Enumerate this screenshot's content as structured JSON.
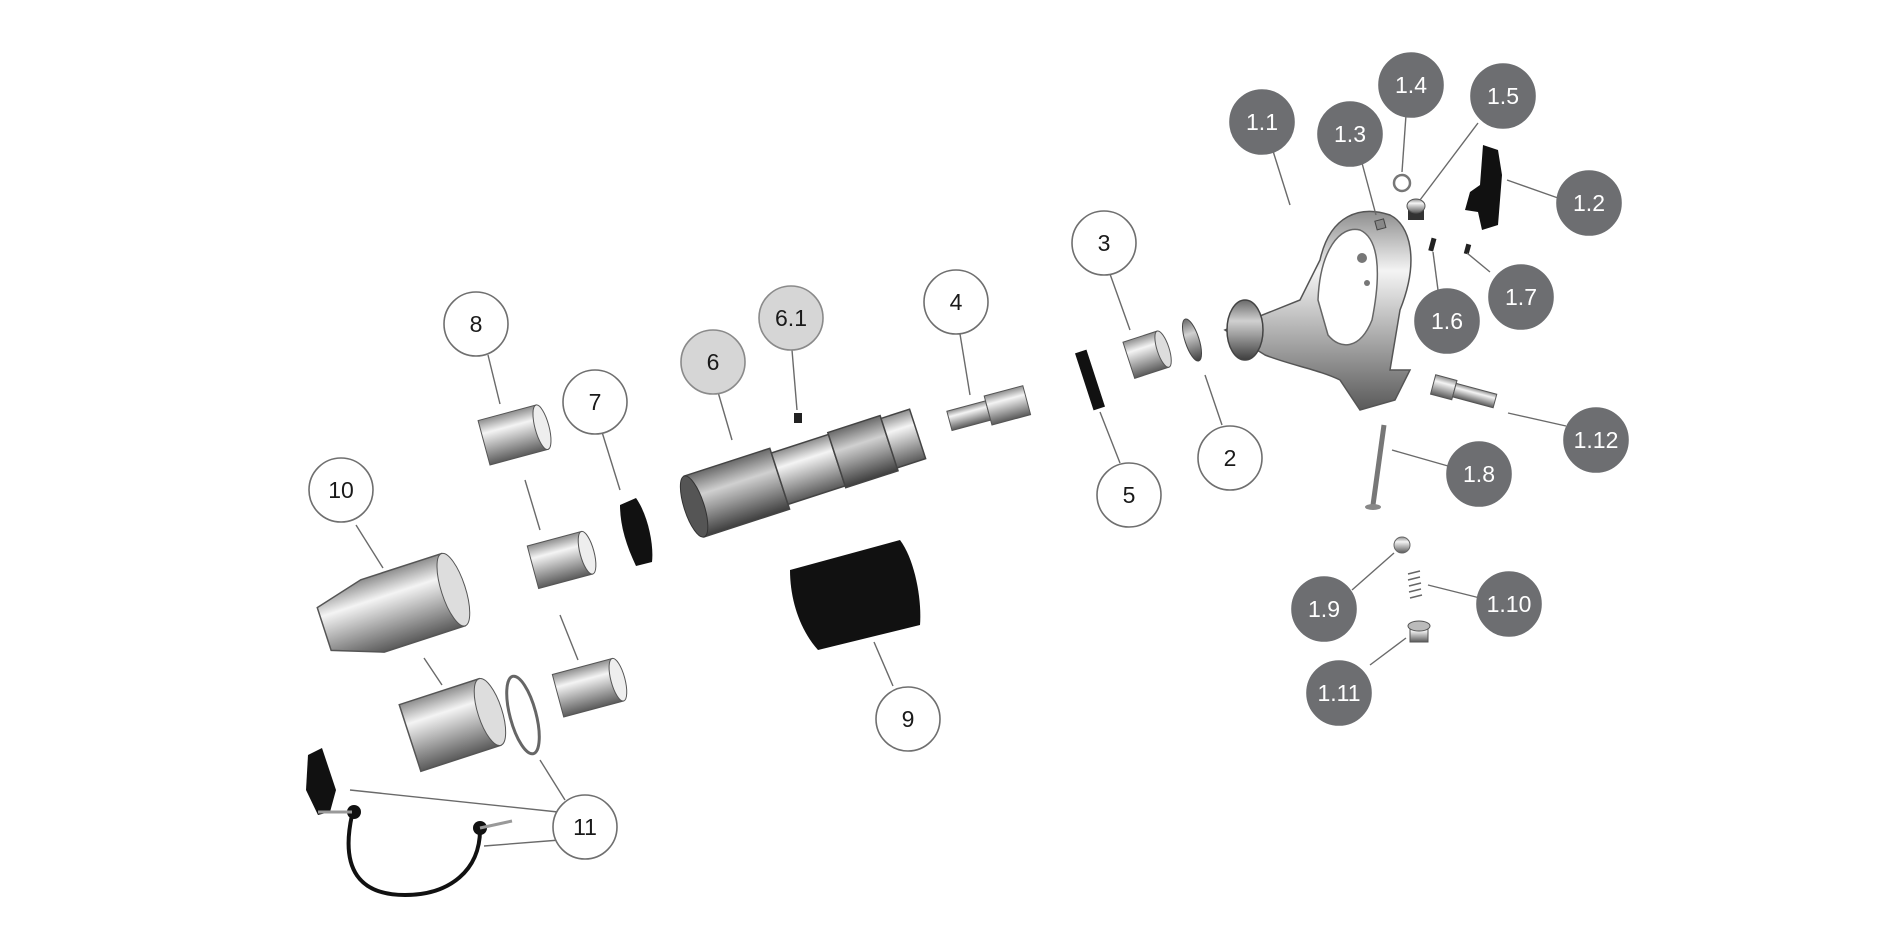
{
  "diagram": {
    "title": "Exploded parts view",
    "styles": {
      "plain": {
        "fill": "#ffffff",
        "stroke": "#6f6f6f",
        "text": "#1a1a1a"
      },
      "highlight": {
        "fill": "#d6d6d6",
        "stroke": "#8a8a8a",
        "text": "#1a1a1a"
      },
      "dark": {
        "fill": "#6d6e71",
        "stroke": "#6d6e71",
        "text": "#ffffff"
      }
    },
    "callouts": [
      {
        "id": "c2",
        "label": "2",
        "style": "plain"
      },
      {
        "id": "c3",
        "label": "3",
        "style": "plain"
      },
      {
        "id": "c4",
        "label": "4",
        "style": "plain"
      },
      {
        "id": "c5",
        "label": "5",
        "style": "plain"
      },
      {
        "id": "c6",
        "label": "6",
        "style": "highlight"
      },
      {
        "id": "c61",
        "label": "6.1",
        "style": "highlight"
      },
      {
        "id": "c7",
        "label": "7",
        "style": "plain"
      },
      {
        "id": "c8",
        "label": "8",
        "style": "plain"
      },
      {
        "id": "c9",
        "label": "9",
        "style": "plain"
      },
      {
        "id": "c10",
        "label": "10",
        "style": "plain"
      },
      {
        "id": "c11",
        "label": "11",
        "style": "plain"
      },
      {
        "id": "c1_1",
        "label": "1.1",
        "style": "dark"
      },
      {
        "id": "c1_2",
        "label": "1.2",
        "style": "dark"
      },
      {
        "id": "c1_3",
        "label": "1.3",
        "style": "dark"
      },
      {
        "id": "c1_4",
        "label": "1.4",
        "style": "dark"
      },
      {
        "id": "c1_5",
        "label": "1.5",
        "style": "dark"
      },
      {
        "id": "c1_6",
        "label": "1.6",
        "style": "dark"
      },
      {
        "id": "c1_7",
        "label": "1.7",
        "style": "dark"
      },
      {
        "id": "c1_8",
        "label": "1.8",
        "style": "dark"
      },
      {
        "id": "c1_9",
        "label": "1.9",
        "style": "dark"
      },
      {
        "id": "c1_10",
        "label": "1.10",
        "style": "dark"
      },
      {
        "id": "c1_11",
        "label": "1.11",
        "style": "dark"
      },
      {
        "id": "c1_12",
        "label": "1.12",
        "style": "dark"
      }
    ]
  }
}
